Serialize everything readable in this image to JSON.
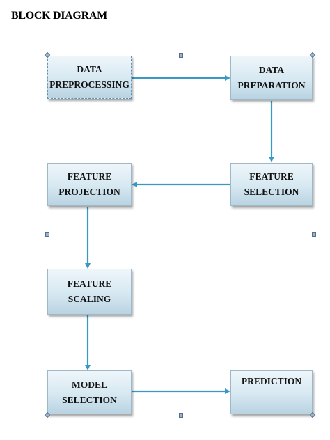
{
  "title": "BLOCK DIAGRAM",
  "nodes": {
    "data_preprocessing": {
      "line1": "DATA",
      "line2": "PREPROCESSING"
    },
    "data_preparation": {
      "line1": "DATA",
      "line2": "PREPARATION"
    },
    "feature_selection": {
      "line1": "FEATURE",
      "line2": "SELECTION"
    },
    "feature_projection": {
      "line1": "FEATURE",
      "line2": "PROJECTION"
    },
    "feature_scaling": {
      "line1": "FEATURE",
      "line2": "SCALING"
    },
    "model_selection": {
      "line1": "MODEL",
      "line2": "SELECTION"
    },
    "prediction": {
      "line1": "PREDICTION"
    }
  },
  "colors": {
    "arrow": "#3a98c4",
    "box_border": "#9fb8c8"
  }
}
